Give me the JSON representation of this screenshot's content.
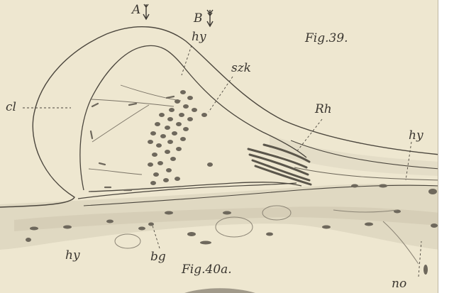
{
  "figures": {
    "fig39": "Fig.39.",
    "fig40a": "Fig.40a."
  },
  "labels": {
    "A": "A",
    "B": "B",
    "hy_top": "hy",
    "szk": "szk",
    "cl": "cl",
    "Rh": "Rh",
    "hy_right": "hy",
    "hy_bottom": "hy",
    "bg": "bg",
    "no": "no"
  },
  "colors": {
    "paper": "#eee7d0",
    "ink": "#3a3630",
    "cell": "#6e685c",
    "tissue": "#d8d1bb"
  }
}
